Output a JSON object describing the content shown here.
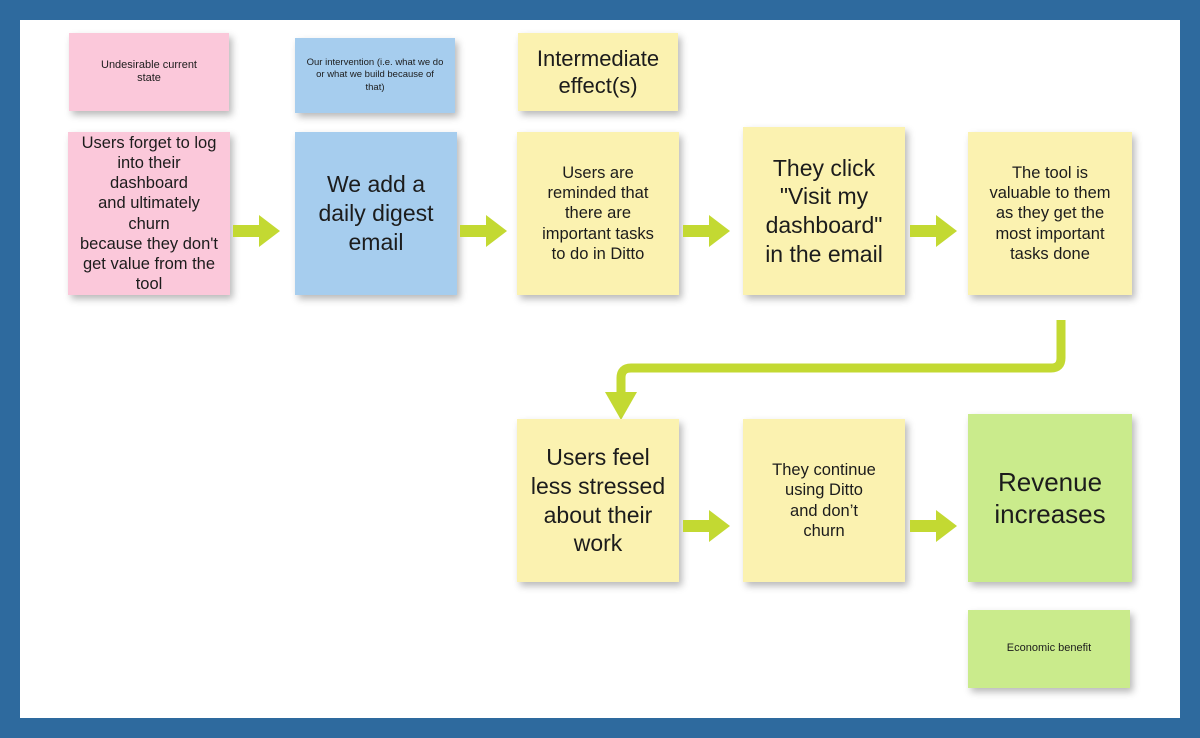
{
  "diagram": {
    "title": "Impact mapping sticky-note flow",
    "frame_color": "#2e6a9e",
    "canvas_color": "#ffffff",
    "arrow_color": "#c3d932"
  },
  "legend": {
    "undesirable_state": "Undesirable current\nstate",
    "intervention": "Our intervention (i.e. what we do\nor what we build because of\nthat)",
    "intermediate_effect": "Intermediate\neffect(s)",
    "economic_benefit": "Economic benefit"
  },
  "colors": {
    "pink": "#fbc8da",
    "blue": "#a6cdee",
    "yellow": "#fbf2b0",
    "green": "#caeb8c",
    "arrow": "#c3d932",
    "frame": "#2e6a9e",
    "text": "#1c1c1c"
  },
  "flow": {
    "row_top": [
      {
        "id": "problem",
        "color": "pink",
        "text": "Users forget to log\ninto their dashboard\nand ultimately churn\nbecause they don't\nget value from the\ntool"
      },
      {
        "id": "intervention",
        "color": "blue",
        "text": "We add a\ndaily digest\nemail"
      },
      {
        "id": "effect-1",
        "color": "yellow",
        "text": "Users are\nreminded that\nthere are\nimportant tasks\nto do in Ditto"
      },
      {
        "id": "effect-2",
        "color": "yellow",
        "text": "They click\n\"Visit my\ndashboard\"\nin the email"
      },
      {
        "id": "effect-3",
        "color": "yellow",
        "text": "The tool is\nvaluable to them\nas they get the\nmost important\ntasks done"
      }
    ],
    "row_bottom": [
      {
        "id": "effect-4",
        "color": "yellow",
        "text": "Users feel\nless stressed\nabout their\nwork"
      },
      {
        "id": "effect-5",
        "color": "yellow",
        "text": "They continue\nusing Ditto\nand don’t\nchurn"
      },
      {
        "id": "outcome",
        "color": "green",
        "text": "Revenue\nincreases"
      }
    ]
  }
}
